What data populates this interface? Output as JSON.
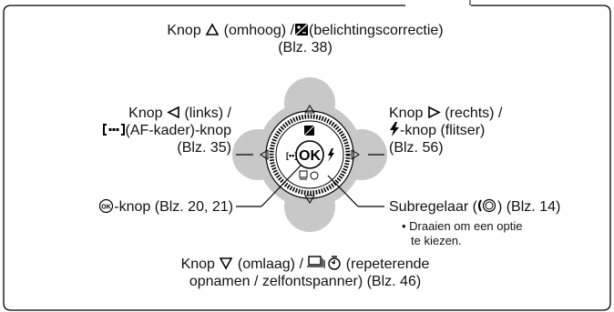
{
  "up": {
    "line1_a": "Knop",
    "line1_b": "(omhoog) /",
    "line1_c": "(belichtingscorrectie)",
    "line2": "(Blz. 38)",
    "icons": [
      "triangle-up-icon",
      "exposure-compensation-icon"
    ]
  },
  "left": {
    "line1_a": "Knop",
    "line1_b": "(links) /",
    "line2": "(AF-kader)-knop",
    "line3": "(Blz. 35)",
    "icons": [
      "triangle-left-icon",
      "af-frame-icon"
    ]
  },
  "right": {
    "line1_a": "Knop",
    "line1_b": "(rechts) /",
    "line2": "-knop (flitser)",
    "line3": "(Blz. 56)",
    "icons": [
      "triangle-right-icon",
      "flash-icon"
    ]
  },
  "ok": {
    "label": "-knop (Blz. 20, 21)",
    "icon": "ok-icon"
  },
  "dial": {
    "label_a": "Subregelaar (",
    "label_b": ") (Blz. 14)",
    "note_1": "• Draaien om een optie",
    "note_2": "te kiezen.",
    "icon": "dial-icon"
  },
  "down": {
    "line1_a": "Knop",
    "line1_b": "(omlaag) /",
    "line1_c": "(repeterende",
    "line2": "opnamen / zelfontspanner) (Blz. 46)",
    "icons": [
      "triangle-down-icon",
      "sequential-shooting-icon",
      "self-timer-icon"
    ]
  },
  "pad": {
    "center_label": "OK"
  },
  "colors": {
    "pad_gray": "#c8c8c8",
    "ring": "#ffffff",
    "line": "#000000"
  }
}
